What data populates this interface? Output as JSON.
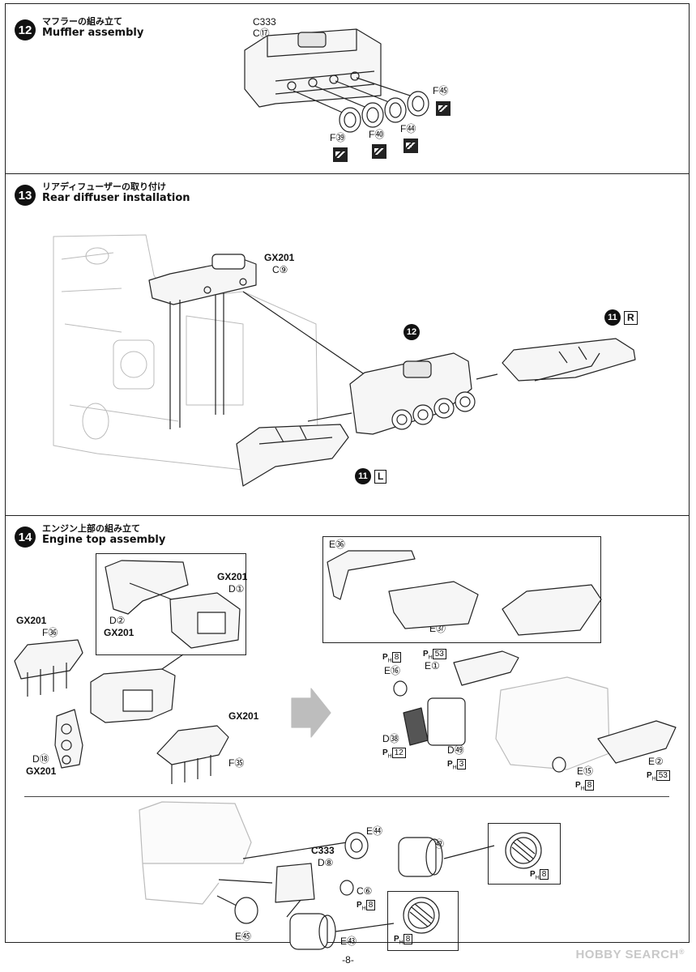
{
  "steps": [
    {
      "number": "12",
      "title_jp": "マフラーの組み立て",
      "title_en": "Muffler assembly"
    },
    {
      "number": "13",
      "title_jp": "リアディフューザーの取り付け",
      "title_en": "Rear diffuser installation"
    },
    {
      "number": "14",
      "title_jp": "エンジン上部の組み立て",
      "title_en": "Engine top assembly"
    }
  ],
  "step12": {
    "part_code": "C333",
    "part_ref": "C⑰",
    "f45": "F㊺",
    "f39": "F㊴",
    "f40": "F㊵",
    "f44": "F㊹"
  },
  "step13": {
    "code": "GX201",
    "ref": "C⑨",
    "ref_step": "12",
    "ref_r_num": "11",
    "ref_r": "R",
    "ref_l_num": "11",
    "ref_l": "L"
  },
  "step14": {
    "gx201_a": "GX201",
    "d1": "D①",
    "d2": "D②",
    "gx201_b": "GX201",
    "gx201_c": "GX201",
    "f36": "F㊱",
    "gx201_d": "GX201",
    "f35": "F㉟",
    "d18": "D⑱",
    "gx201_e": "GX201",
    "e36": "E㊱",
    "e37": "E㊲",
    "ph": "P",
    "ph_sub": "H",
    "ph8a": "8",
    "ph53a": "53",
    "e16": "E⑯",
    "e1": "E①",
    "d38": "D㊳",
    "ph12": "12",
    "d49": "D㊾",
    "ph3": "3",
    "e15": "E⑮",
    "ph8b": "8",
    "e2": "E②",
    "ph53b": "53",
    "e44": "E㊹",
    "e42": "E㊷",
    "c333": "C333",
    "d8": "D⑧",
    "c6": "C⑥",
    "ph8c": "8",
    "ph8d": "8",
    "ph8e": "8",
    "e45": "E㊺",
    "e43": "E㊸"
  },
  "footer": {
    "page": "-8-",
    "watermark": "HOBBY SEARCH",
    "reg": "®"
  }
}
